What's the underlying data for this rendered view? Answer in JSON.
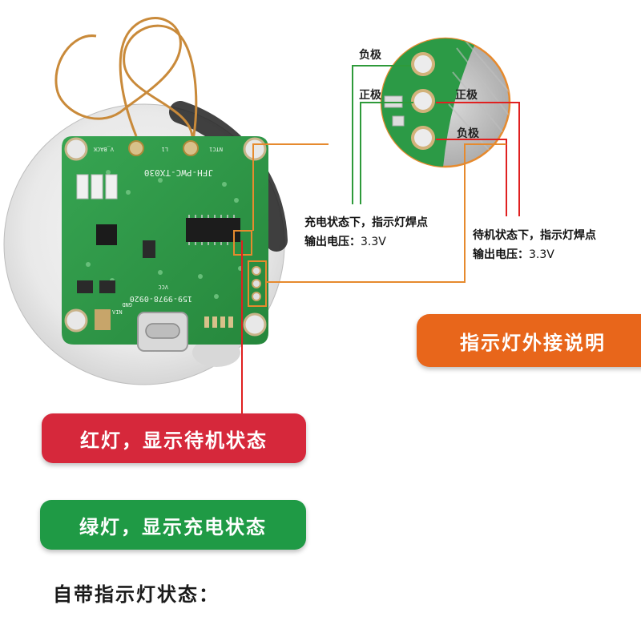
{
  "pin_labels": {
    "top_negative": "负极",
    "left_positive": "正极",
    "right_positive": "正极",
    "right_negative": "负极"
  },
  "notes": {
    "charging": {
      "line1": "充电状态下，指示灯焊点",
      "line2_label": "输出电压：",
      "line2_value": "3.3V"
    },
    "standby": {
      "line1": "待机状态下，指示灯焊点",
      "line2_label": "输出电压：",
      "line2_value": "3.3V"
    }
  },
  "banner": {
    "text": "指示灯外接说明",
    "color": "#e8661b"
  },
  "red_pill": {
    "text": "红灯，显示待机状态",
    "color": "#d6283b"
  },
  "green_pill": {
    "text": "绿灯，显示充电状态",
    "color": "#1f9a45"
  },
  "footer": {
    "title": "自带指示灯状态："
  },
  "colors": {
    "leader_green": "#2e9a3a",
    "leader_red": "#e02020",
    "leader_orange": "#e27a2a",
    "pcb": "#2f9a4a"
  },
  "board_silkscreen": {
    "model": "JFH-PWC-TX030",
    "phone": "159-9978-0920",
    "v_back": "V_BACK",
    "ntc": "NTC1",
    "l1": "L1",
    "vin": "VIN",
    "gnd": "GND",
    "vcc": "VCC"
  }
}
